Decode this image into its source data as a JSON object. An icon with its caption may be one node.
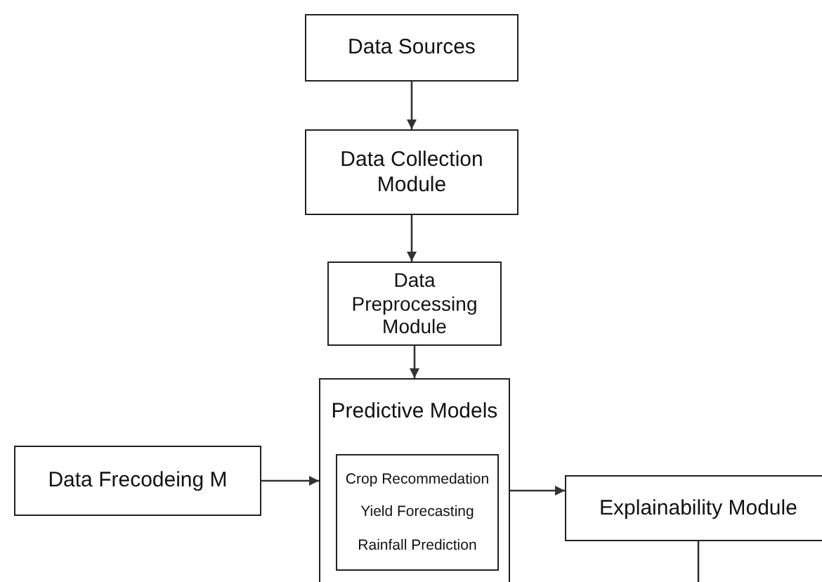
{
  "diagram": {
    "nodes": [
      {
        "text": [
          "Data Sources"
        ]
      },
      {
        "text": [
          "Data Collection Module"
        ]
      },
      {
        "text": [
          "Data Preprocessing Module"
        ]
      },
      {
        "text": [
          "Predictive Models"
        ]
      },
      {
        "text": [
          "Crop Recommedation",
          "Yield Forecasting",
          "Rainfall Prediction"
        ],
        "in": 3
      },
      {
        "text": [
          "Data Frecodeing M"
        ]
      },
      {
        "text": [
          "Explainability Module"
        ]
      }
    ],
    "edges": [
      {
        "from": 0,
        "to": 1,
        "arrow": "to"
      },
      {
        "from": 1,
        "to": 2,
        "arrow": "to"
      },
      {
        "from": 2,
        "to": 3,
        "arrow": "to"
      },
      {
        "from": 5,
        "to": 3,
        "arrow": "to"
      },
      {
        "from": 3,
        "to": 6,
        "arrow": "to"
      },
      {
        "from": 6,
        "to": null,
        "arrow": "none"
      }
    ]
  }
}
